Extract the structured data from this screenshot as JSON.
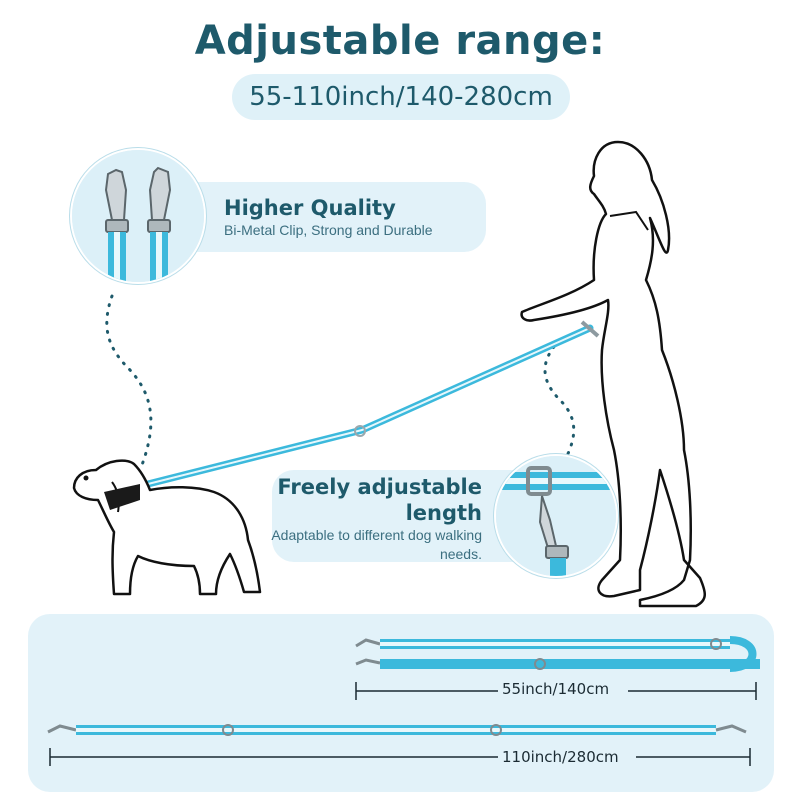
{
  "header": {
    "title": "Adjustable range:",
    "range": "55-110inch/140-280cm"
  },
  "features": [
    {
      "title": "Higher Quality",
      "subtitle": "Bi-Metal Clip, Strong and Durable"
    },
    {
      "title_line1": "Freely adjustable",
      "title_line2": "length",
      "subtitle": "Adaptable to different dog walking needs."
    }
  ],
  "dimensions": {
    "short": "55inch/140cm",
    "long": "110inch/280cm"
  },
  "colors": {
    "accent": "#1e5a6b",
    "leash": "#3cb9dc",
    "panel": "#e2f2f9"
  }
}
